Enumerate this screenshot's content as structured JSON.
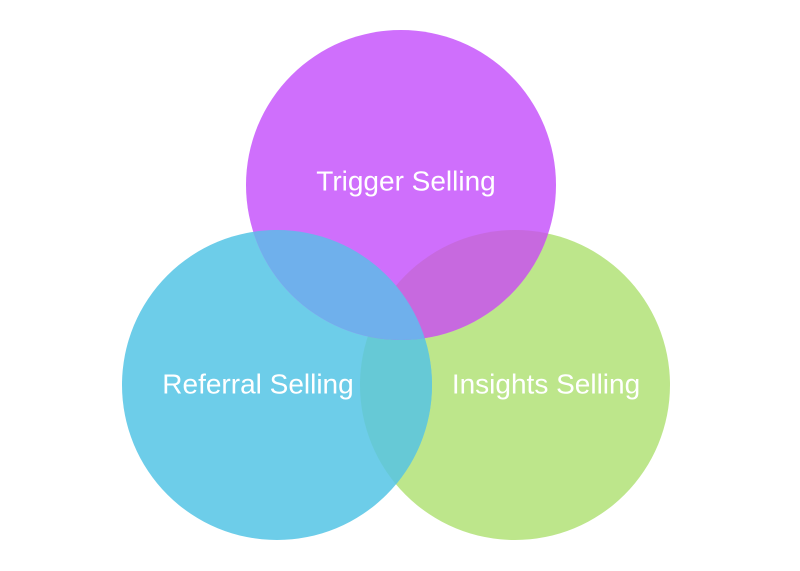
{
  "diagram": {
    "type": "venn",
    "circles": [
      {
        "label": "Trigger Selling",
        "color": "#cf6ffc"
      },
      {
        "label": "Referral Selling",
        "color": "#6dcde9"
      },
      {
        "label": "Insights Selling",
        "color": "#bde68b"
      }
    ],
    "overlap_colors": {
      "trigger_referral": "#6fb0ec",
      "trigger_insights": "#c769df",
      "referral_insights": "#66c9d6"
    }
  }
}
